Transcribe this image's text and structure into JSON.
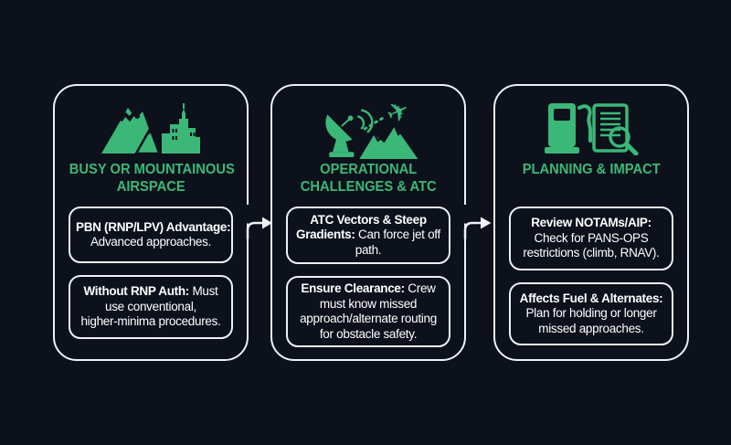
{
  "meta": {
    "colors": {
      "bg": "#0c111b",
      "accent": "#3bb878",
      "line": "#eef1f4",
      "text": "#ffffff"
    }
  },
  "cards": [
    {
      "id": "busy-or-mountainous-airspace",
      "icon": "mountains-city-icon",
      "title_lines": [
        "BUSY OR MOUNTAINOUS",
        "AIRSPACE"
      ],
      "boxes": [
        {
          "lines": [
            {
              "b": "PBN (RNP/LPV) Advantage:"
            },
            {
              "r": "Advanced approaches."
            }
          ]
        },
        {
          "lines": [
            {
              "b": "Without RNP Auth:",
              "r": "Must"
            },
            {
              "r": "use conventional,"
            },
            {
              "r": "higher-minima procedures."
            }
          ]
        }
      ]
    },
    {
      "id": "operational-challenges-atc",
      "icon": "radar-plane-mountain-icon",
      "title_lines": [
        "OPERATIONAL",
        "CHALLENGES & ATC"
      ],
      "boxes": [
        {
          "lines": [
            {
              "b": "ATC Vectors & Steep"
            },
            {
              "b": "Gradients:",
              "r": "Can force jet off"
            },
            {
              "r": "path."
            }
          ]
        },
        {
          "lines": [
            {
              "b": "Ensure Clearance:",
              "r": "Crew"
            },
            {
              "r": "must know missed"
            },
            {
              "r": "approach/alternate routing"
            },
            {
              "r": "for obstacle safety."
            }
          ]
        }
      ]
    },
    {
      "id": "planning-impact",
      "icon": "fuel-pump-document-icon",
      "title_lines": [
        "PLANNING & IMPACT"
      ],
      "boxes": [
        {
          "lines": [
            {
              "b": "Review NOTAMs/AIP:"
            },
            {
              "r": "Check for PANS-OPS"
            },
            {
              "r": "restrictions (climb, RNAV)."
            }
          ]
        },
        {
          "lines": [
            {
              "b": "Affects Fuel & Alternates:"
            },
            {
              "r": "Plan for holding or longer"
            },
            {
              "r": "missed approaches."
            }
          ]
        }
      ]
    }
  ],
  "arrows": [
    {
      "name": "flow-arrow-1",
      "direction": "right"
    },
    {
      "name": "flow-arrow-2",
      "direction": "right"
    }
  ]
}
